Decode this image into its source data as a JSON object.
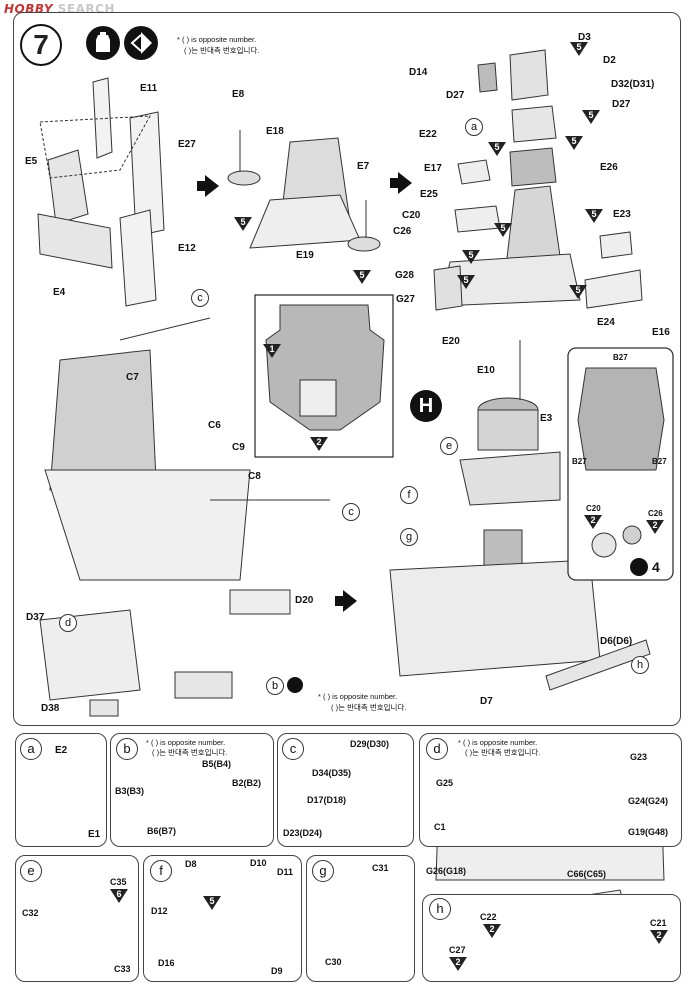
{
  "watermark": {
    "brand": "HOBBY",
    "suffix": "SEARCH"
  },
  "step": {
    "number": "7"
  },
  "notes": {
    "en": "* ( ) is opposite number.",
    "ko": "( )는 반대측 번호입니다."
  },
  "main": {
    "labels": {
      "E11": "E11",
      "E27": "E27",
      "E5": "E5",
      "E12": "E12",
      "E4": "E4",
      "E8": "E8",
      "E18": "E18",
      "E7": "E7",
      "E19": "E19",
      "D3": "D3",
      "D2": "D2",
      "D14": "D14",
      "D27a": "D27",
      "D32": "D32(D31)",
      "D27b": "D27",
      "E22": "E22",
      "E17": "E17",
      "E26": "E26",
      "E25": "E25",
      "C20": "C20",
      "C26": "C26",
      "E23": "E23",
      "G28": "G28",
      "G27": "G27",
      "E24": "E24",
      "E16": "E16",
      "E20": "E20",
      "C7": "C7",
      "C6": "C6",
      "C9": "C9",
      "C8": "C8",
      "D37": "D37",
      "D20": "D20",
      "D38": "D38",
      "E10": "E10",
      "E3": "E3",
      "B27a": "B27",
      "B27b": "B27",
      "B27c": "B27",
      "C20b": "C20",
      "C26b": "C26",
      "D6": "D6(D6)",
      "D7": "D7"
    },
    "tri": {
      "five": "5",
      "two": "2",
      "one": "1",
      "four": "4"
    },
    "circles": {
      "a": "a",
      "b": "b",
      "c": "c",
      "d": "d",
      "e": "e",
      "f": "f",
      "g": "g",
      "h": "h"
    },
    "big_H": "H"
  },
  "sub": {
    "a": {
      "id": "a",
      "labels": [
        "E2",
        "E1"
      ]
    },
    "b": {
      "id": "b",
      "labels": [
        "B5(B4)",
        "B2(B2)",
        "B3(B3)",
        "B6(B7)"
      ]
    },
    "c": {
      "id": "c",
      "labels": [
        "D29(D30)",
        "D34(D35)",
        "D17(D18)",
        "D23(D24)"
      ]
    },
    "d": {
      "id": "d",
      "labels": [
        "G23",
        "G25",
        "G24(G24)",
        "C1",
        "G19(G48)",
        "G26(G18)",
        "C66(C65)"
      ]
    },
    "e": {
      "id": "e",
      "labels": [
        "C35",
        "C32",
        "C33"
      ],
      "tri": "6"
    },
    "f": {
      "id": "f",
      "labels": [
        "D8",
        "D10",
        "D11",
        "D12",
        "D16",
        "D9"
      ]
    },
    "g": {
      "id": "g",
      "labels": [
        "C31",
        "C30"
      ]
    },
    "h": {
      "id": "h",
      "labels": [
        "C22",
        "C21",
        "C27"
      ]
    }
  }
}
